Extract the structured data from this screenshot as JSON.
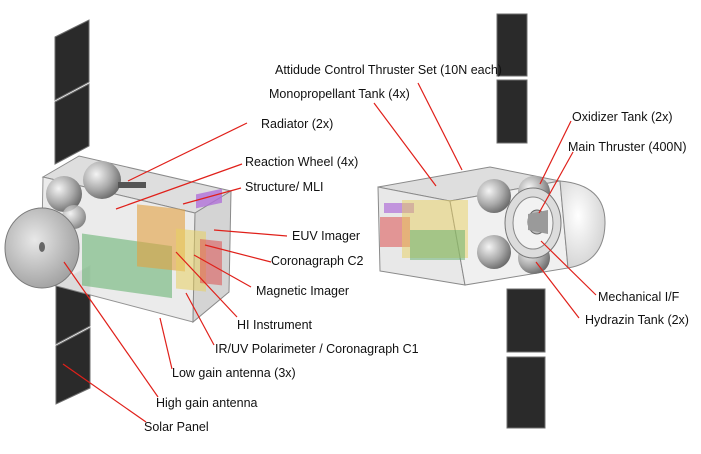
{
  "labels": {
    "attitude_thrusters": "Attidude Control  Thruster Set (10N each)",
    "monoprop_tank": "Monopropellant Tank (4x)",
    "radiator": "Radiator (2x)",
    "reaction_wheel": "Reaction Wheel (4x)",
    "structure_mli": "Structure/ MLI",
    "euv_imager": "EUV Imager",
    "coronagraph_c2": "Coronagraph C2",
    "magnetic_imager": "Magnetic Imager",
    "hi_instrument": "HI Instrument",
    "ir_uv_polarimeter": "IR/UV Polarimeter / Coronagraph C1",
    "low_gain_antenna": "Low gain antenna (3x)",
    "high_gain_antenna": "High gain antenna",
    "solar_panel": "Solar Panel",
    "oxidizer_tank": "Oxidizer Tank (2x)",
    "main_thruster": "Main Thruster (400N)",
    "mechanical_if": "Mechanical  I/F",
    "hydrazin_tank": "Hydrazin Tank (2x)"
  },
  "colors": {
    "leader_line": "#e0201a",
    "solar_panel": "#2a2a2a",
    "body": "#e6e6e6"
  }
}
